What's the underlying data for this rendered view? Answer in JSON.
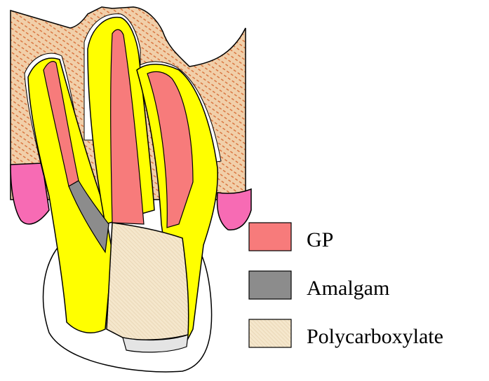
{
  "legend": [
    {
      "key": "gp",
      "label": "GP",
      "color": "#f77b7b"
    },
    {
      "key": "amalgam",
      "label": "Amalgam",
      "color": "#8c8c8c"
    },
    {
      "key": "polycarboxylate",
      "label": "Polycarboxylate",
      "color": "#f5e7cc"
    }
  ],
  "colors": {
    "bone": "#f1cfa9",
    "bone_dots": "#d8703a",
    "gingiva": "#f76bb4",
    "dentin": "#ffff00",
    "crown_base": "#e4e4e4",
    "outline": "#000000"
  }
}
